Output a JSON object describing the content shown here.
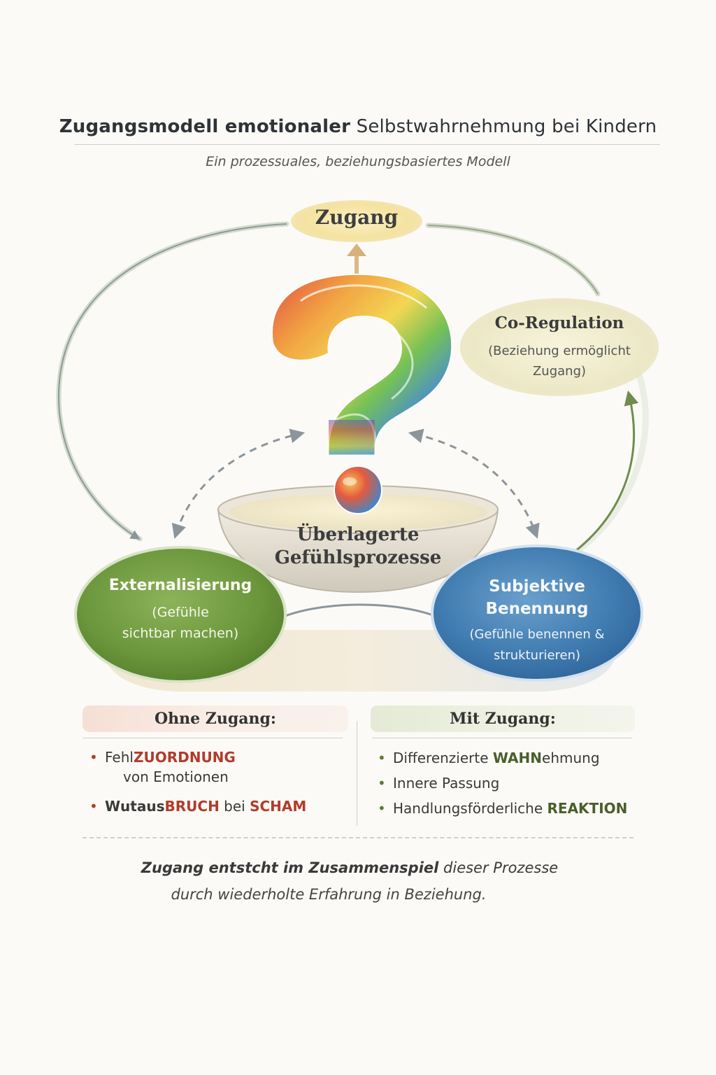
{
  "title": {
    "part1": "Zugangsmodell emotionaler",
    "part2": "Selbstwahrnehmung bei Kindern"
  },
  "subtitle": "Ein prozessuales, beziehungsbasiertes Modell",
  "nodes": {
    "zugang": "Zugang",
    "coregulation": {
      "title": "Co-Regulation",
      "sub1": "(Beziehung ermöglicht",
      "sub2": "Zugang)"
    },
    "center": {
      "line1": "Überlagerte",
      "line2": "Gefühlsprozesse"
    },
    "externalisierung": {
      "title": "Externalisierung",
      "sub1": "(Gefühle",
      "sub2": "sichtbar machen)"
    },
    "benennung": {
      "title1": "Subjektive",
      "title2": "Benennung",
      "sub1": "(Gefühle benennen &",
      "sub2": "strukturieren)"
    }
  },
  "ohne": {
    "heading": "Ohne Zugang:",
    "item1": {
      "pre": "Fehl",
      "emph": "ZUORDNUNG",
      "line2": "von  Emotionen"
    },
    "item2": {
      "pre": "Wutaus",
      "emph1": "BRUCH",
      "mid": " bei ",
      "emph2": "SCHAM"
    }
  },
  "mit": {
    "heading": "Mit Zugang:",
    "item1": {
      "pre": "Differenzierte ",
      "emph": "WAHN",
      "post": "ehmung"
    },
    "item2": "Innere Passung",
    "item3": {
      "pre": "Handlungsförderliche ",
      "emph": "REAKTION"
    }
  },
  "footer": {
    "bold": "Zugang entstcht im Zusammenspiel",
    "rest": " dieser Prozesse",
    "line2": "durch wiederholte Erfahrung in Beziehung."
  },
  "colors": {
    "green_node": "#6e9a3e",
    "blue_node": "#3d79ad",
    "zugang_node": "#f3e3a1",
    "coreg_node": "#ece9c8",
    "red_emph": "#b23b2a",
    "green_emph": "#4a5e2a"
  },
  "icons": [
    "question-mark-icon",
    "bowl-icon",
    "sphere-icon"
  ]
}
